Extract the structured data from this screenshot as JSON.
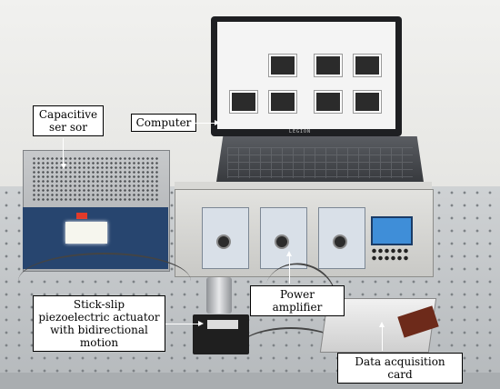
{
  "labels": {
    "capacitive_sensor_line1": "Capacitive",
    "capacitive_sensor_line2": "ser sor",
    "computer": "Computer",
    "power_amplifier": "Power amplifier",
    "actuator_line1": "Stick-slip",
    "actuator_line2": "piezoelectric actuator",
    "actuator_line3": "with bidirectional",
    "actuator_line4": "motion",
    "data_acquisition_card": "Data acquisition card"
  },
  "device_text": {
    "laptop_brand": "LEGION"
  }
}
